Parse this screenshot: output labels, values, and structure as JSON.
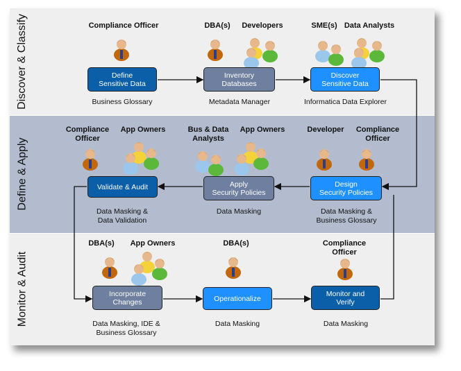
{
  "bands": [
    {
      "label": "Discover & Classify"
    },
    {
      "label": "Define & Apply"
    },
    {
      "label": "Monitor & Audit"
    }
  ],
  "roles": {
    "compliance_officer_1": "Compliance Officer",
    "dbas_1": "DBA(s)",
    "developers_1": "Developers",
    "smes_1": "SME(s)",
    "data_analysts_1": "Data Analysts",
    "compliance_officer_2": "Compliance\nOfficer",
    "app_owners_2": "App Owners",
    "bus_data_analysts_2": "Bus & Data\nAnalysts",
    "app_owners_3": "App Owners",
    "developer_2": "Developer",
    "compliance_officer_3": "Compliance\nOfficer",
    "dbas_3": "DBA(s)",
    "app_owners_4": "App Owners",
    "dbas_4": "DBA(s)",
    "compliance_officer_4": "Compliance\nOfficer"
  },
  "steps": {
    "define_sensitive": "Define\nSensitive Data",
    "inventory_db": "Inventory\nDatabases",
    "discover_sensitive": "Discover\nSensitive  Data",
    "validate_audit": "Validate & Audit",
    "apply_policies": "Apply\nSecurity Policies",
    "design_policies": "Design\nSecurity Policies",
    "incorporate_changes": "Incorporate\nChanges",
    "operationalize": "Operationalize",
    "monitor_verify": "Monitor and\nVerify"
  },
  "tools": {
    "business_glossary": "Business Glossary",
    "metadata_manager": "Metadata Manager",
    "data_explorer": "Informatica Data Explorer",
    "masking_validation": "Data Masking &\nData Validation",
    "data_masking_1": "Data Masking",
    "masking_glossary": "Data Masking &\nBusiness Glossary",
    "masking_ide_glossary": "Data Masking, IDE &\nBusiness Glossary",
    "data_masking_2": "Data Masking",
    "data_masking_3": "Data Masking"
  },
  "colors": {
    "dark_blue": "#0b5ea8",
    "slate": "#6e7fa0",
    "bright_blue": "#1e90ff",
    "band_light": "#efefef",
    "band_mid": "#b3bccf"
  }
}
